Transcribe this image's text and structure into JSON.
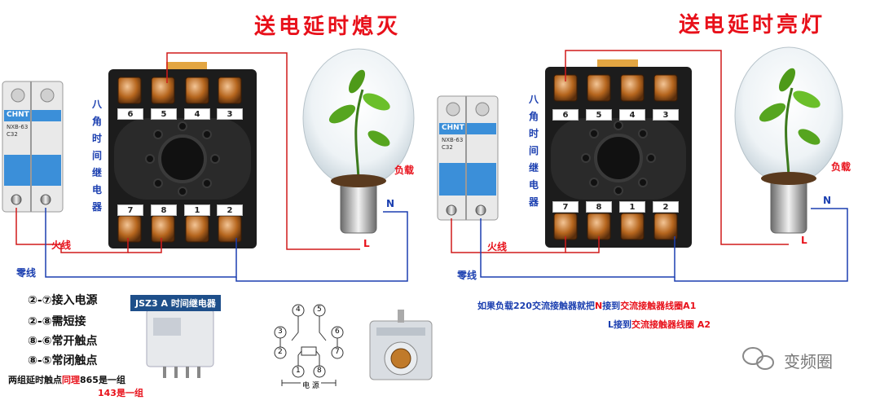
{
  "titles": {
    "left": "送电延时熄灭",
    "right": "送电延时亮灯"
  },
  "breaker": {
    "brand": "CHNT",
    "model": "NXB-63",
    "rating": "C32"
  },
  "relay_vertical_label": "八角时间继电器",
  "terminals_top": [
    "6",
    "5",
    "4",
    "3"
  ],
  "terminals_bottom": [
    "7",
    "8",
    "1",
    "2"
  ],
  "labels": {
    "fire": "火线",
    "neutral_wire": "零线",
    "load": "负载",
    "n": "N",
    "l": "L"
  },
  "rules": [
    "②-⑦接入电源",
    "②-⑧需短接",
    "⑧-⑥常开触点",
    "⑧-⑤常闭触点"
  ],
  "footnote": {
    "part1": "两组延时触点",
    "part2": "同理",
    "part3": "865是一组",
    "line2": "143是一组"
  },
  "product_label": "JSZ3 A 时间继电器",
  "pin_diagram": {
    "pins": [
      "1",
      "2",
      "3",
      "4",
      "5",
      "6",
      "7",
      "8"
    ],
    "power_label": "电 源"
  },
  "instructions": {
    "line1_a": "如果负载220交流接触器就把",
    "line1_b": "N",
    "line1_c": "接到",
    "line1_d": "交流接触器线圈A1",
    "line2_a": "L",
    "line2_b": "接到",
    "line2_c": "交流接触器线圈 A2"
  },
  "watermark": "变频圈",
  "colors": {
    "title_red": "#e8101a",
    "wire_red": "#d11a1a",
    "wire_blue": "#1b3fb0",
    "relay_body": "#1c1c1c",
    "copper": "#b5651d",
    "breaker_blue": "#3b8fd9"
  }
}
